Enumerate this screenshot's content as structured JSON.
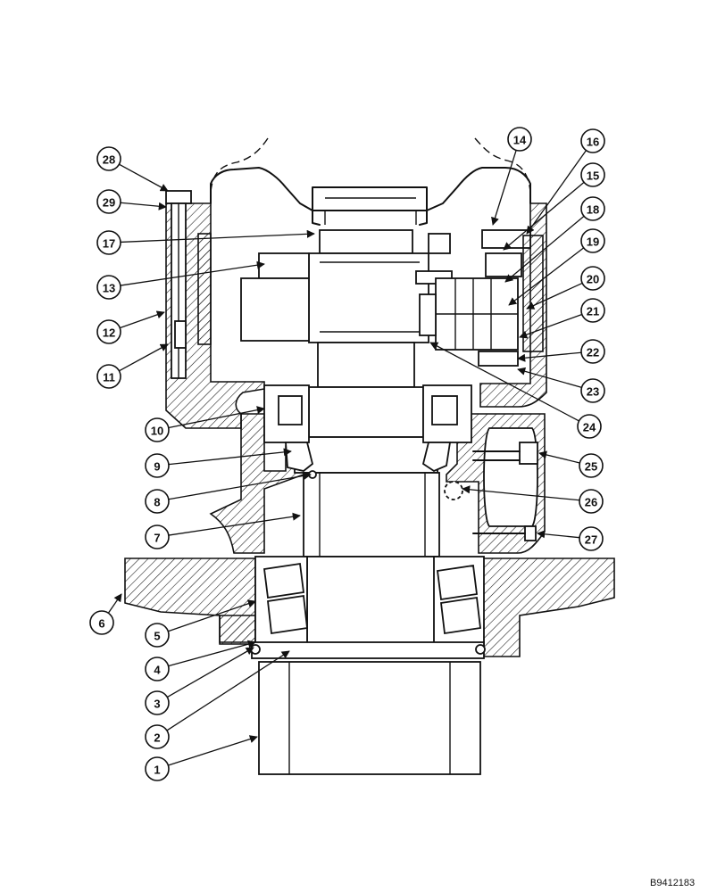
{
  "drawing_code": "B9412183",
  "callouts": [
    "1",
    "2",
    "3",
    "4",
    "5",
    "6",
    "7",
    "8",
    "9",
    "10",
    "11",
    "12",
    "13",
    "14",
    "15",
    "16",
    "17",
    "18",
    "19",
    "20",
    "21",
    "22",
    "23",
    "24",
    "25",
    "26",
    "27",
    "28",
    "29"
  ]
}
